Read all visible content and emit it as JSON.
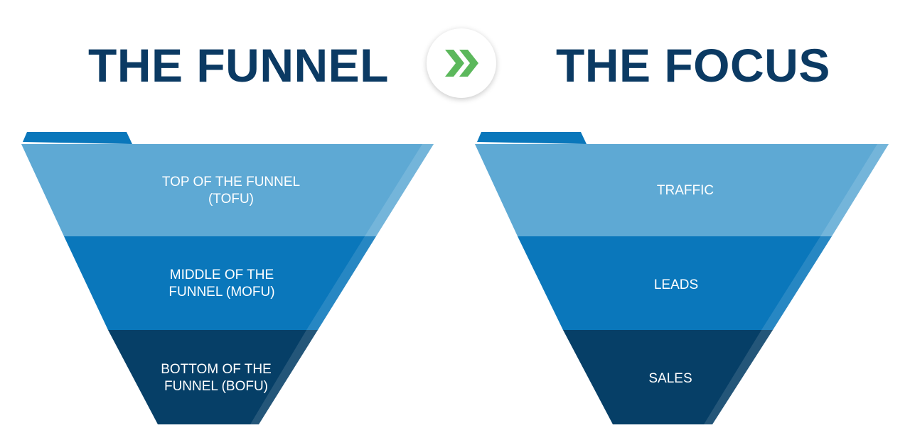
{
  "left_title": "THE FUNNEL",
  "right_title": "THE FOCUS",
  "colors": {
    "title": "#0b3a63",
    "top_stage": "#5ea9d4",
    "middle_stage": "#0a77bb",
    "bottom_stage": "#063f67",
    "arrow": "#5cb85c"
  },
  "icons": {
    "transition": "double-chevron-right-icon"
  },
  "funnel": {
    "stages": [
      {
        "line1": "TOP OF THE FUNNEL",
        "line2": "(TOFU)"
      },
      {
        "line1": "MIDDLE OF THE",
        "line2": "FUNNEL (MOFU)"
      },
      {
        "line1": "BOTTOM OF THE",
        "line2": "FUNNEL (BOFU)"
      }
    ]
  },
  "focus": {
    "stages": [
      {
        "label": "TRAFFIC"
      },
      {
        "label": "LEADS"
      },
      {
        "label": "SALES"
      }
    ]
  }
}
